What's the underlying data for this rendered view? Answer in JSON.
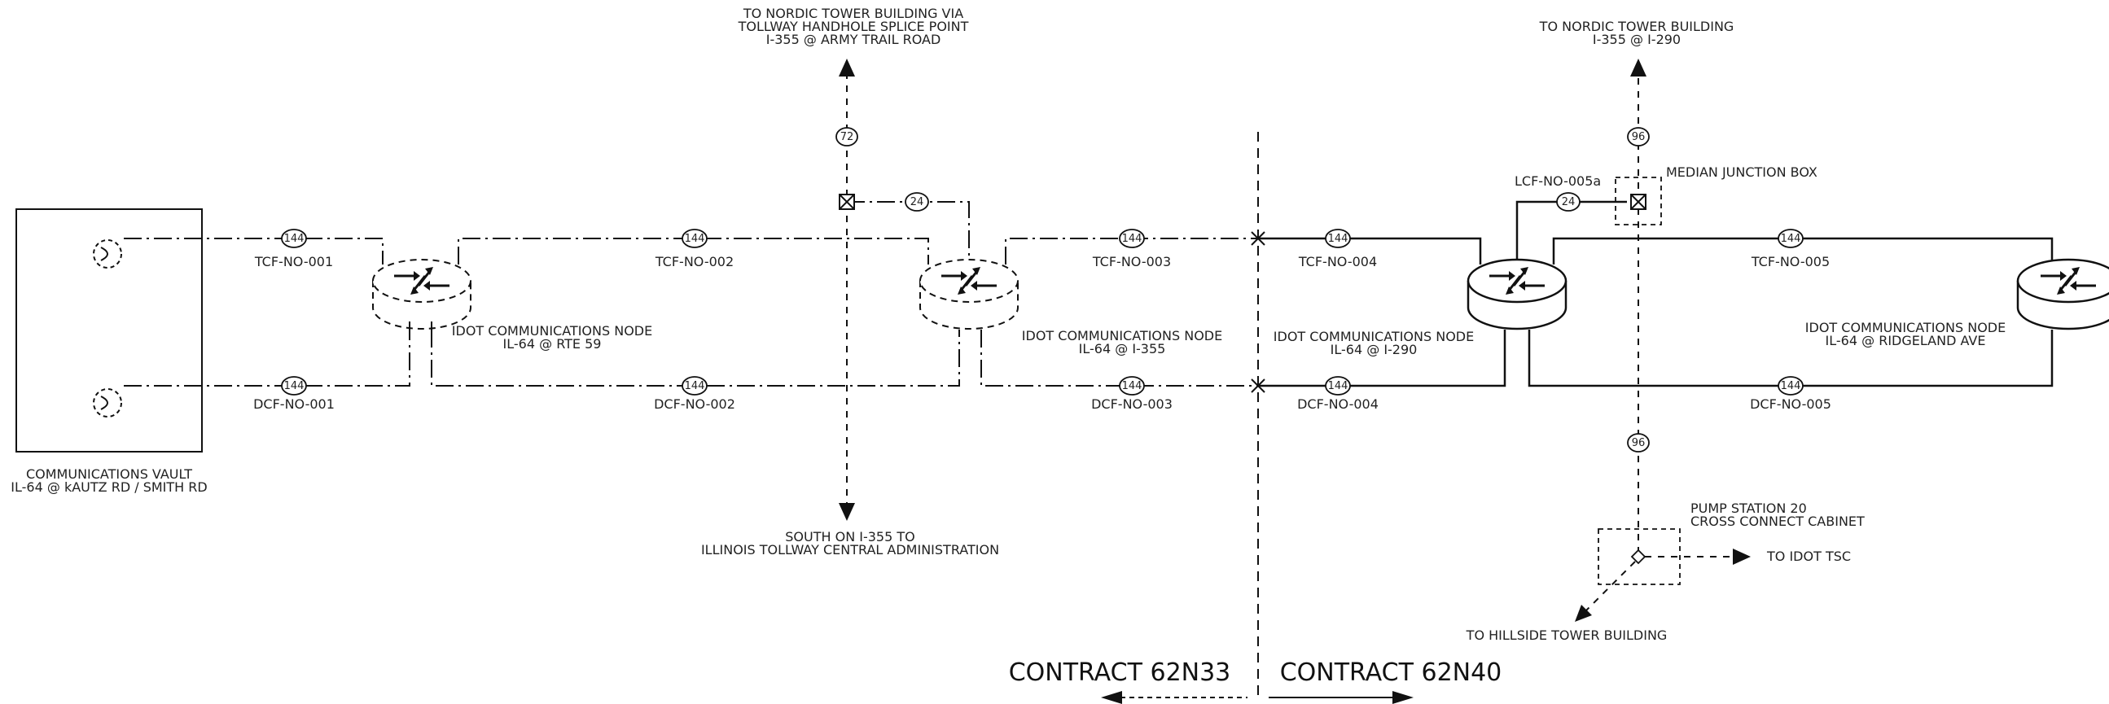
{
  "diagram": {
    "vault": {
      "line1": "COMMUNICATIONS VAULT",
      "line2": "IL-64 @ kAUTZ RD / SMITH RD"
    },
    "nodes": [
      {
        "line1": "IDOT COMMUNICATIONS NODE",
        "line2": "IL-64 @ RTE 59"
      },
      {
        "line1": "IDOT COMMUNICATIONS NODE",
        "line2": "IL-64 @ I-355"
      },
      {
        "line1": "IDOT COMMUNICATIONS NODE",
        "line2": "IL-64 @ I-290"
      },
      {
        "line1": "IDOT COMMUNICATIONS NODE",
        "line2": "IL-64 @ RIDGELAND AVE"
      }
    ],
    "top_segments": [
      "TCF-NO-001",
      "TCF-NO-002",
      "TCF-NO-003",
      "TCF-NO-004",
      "TCF-NO-005"
    ],
    "bottom_segments": [
      "DCF-NO-001",
      "DCF-NO-002",
      "DCF-NO-003",
      "DCF-NO-004",
      "DCF-NO-005"
    ],
    "counts": {
      "c144": "144",
      "c72": "72",
      "c24": "24",
      "c96": "96"
    },
    "north_left": {
      "line1": "TO NORDIC TOWER BUILDING VIA",
      "line2": "TOLLWAY HANDHOLE SPLICE POINT",
      "line3": "I-355 @ ARMY TRAIL ROAD"
    },
    "north_right": {
      "line1": "TO NORDIC TOWER BUILDING",
      "line2": "I-355 @ I-290"
    },
    "south": {
      "line1": "SOUTH ON I-355 TO",
      "line2": "ILLINOIS TOLLWAY CENTRAL ADMINISTRATION"
    },
    "lcf_label": "LCF-NO-005a",
    "median_box": "MEDIAN JUNCTION BOX",
    "pump": {
      "line1": "PUMP STATION 20",
      "line2": "CROSS CONNECT CABINET"
    },
    "to_idot_tsc": "TO IDOT TSC",
    "to_hillside": "TO HILLSIDE TOWER BUILDING",
    "contract_left": "CONTRACT 62N33",
    "contract_right": "CONTRACT 62N40"
  }
}
